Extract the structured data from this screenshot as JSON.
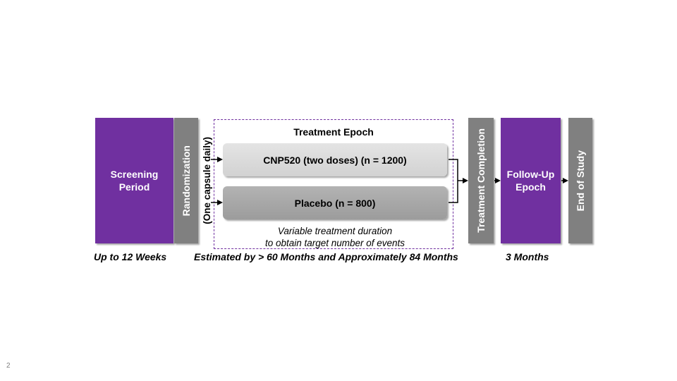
{
  "diagram": {
    "screening": {
      "line1": "Screening",
      "line2": "Period"
    },
    "randomization": "Randomization",
    "capsule": "(One capsule daily)",
    "treatment_epoch": {
      "title": "Treatment Epoch",
      "arms": [
        {
          "label": "CNP520 (two doses) (n = 1200)"
        },
        {
          "label": "Placebo (n = 800)"
        }
      ],
      "note_line1": "Variable treatment duration",
      "note_line2": "to obtain target number of events"
    },
    "treatment_completion": "Treatment Completion",
    "follow_up": {
      "line1": "Follow-Up",
      "line2": "Epoch"
    },
    "end_of_study": "End of Study"
  },
  "durations": {
    "screening": "Up to 12 Weeks",
    "treatment": "Estimated by > 60 Months and Approximately 84 Months",
    "follow_up": "3 Months"
  },
  "page_number": "2",
  "colors": {
    "purple": "#7030a0",
    "gray": "#808080",
    "arm_light": "#d9d9d9",
    "arm_dark": "#a6a6a6"
  }
}
